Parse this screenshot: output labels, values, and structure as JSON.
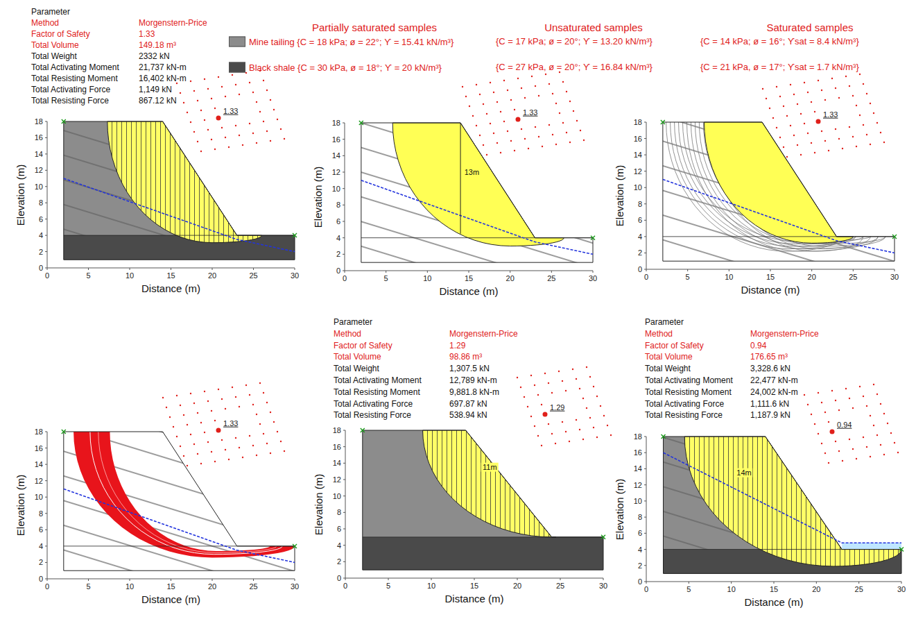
{
  "diagram": {
    "labels": [
      "Parameter",
      "Method",
      "Morgenstern-Price",
      "Factor of Safety",
      "1.33",
      "Total Volume",
      "149.18 m³",
      "Total Weight",
      "2332 kN",
      "Total Activating Moment",
      "21,737 kN-m",
      "Total Resisting Moment",
      "16,402 kN-m",
      "Total Activating Force",
      "1,149 kN",
      "Total Resisting Force",
      "867.12 kN",
      "Partially saturated samples",
      "Unsaturated samples",
      "Saturated samples",
      "{C = 17 kPa; ø = 20°; ϒ = 13.20 kN/m³}",
      "{C = 14 kPa; ø = 16°; ϒsat = 8.4 kN/m³}",
      "{C = 27 kPa, ø = 20°; ϒ = 16.84 kN/m³}",
      "{C = 21 kPa, ø = 17°; ϒsat = 1.7 kN/m³}",
      "1.33",
      "0",
      "2",
      "4",
      "6",
      "8",
      "10",
      "12",
      "14",
      "16",
      "18",
      "0",
      "5",
      "10",
      "15",
      "20",
      "25",
      "30",
      "Elevation (m)",
      "Distance (m)",
      "1.33",
      "13m",
      "0",
      "2",
      "4",
      "6",
      "8",
      "10",
      "12",
      "14",
      "16",
      "18",
      "0",
      "5",
      "10",
      "15",
      "20",
      "25",
      "30",
      "Elevation (m)",
      "Distance (m)",
      "1.33",
      "0",
      "2",
      "4",
      "6",
      "8",
      "10",
      "12",
      "14",
      "16",
      "18",
      "0",
      "5",
      "10",
      "15",
      "20",
      "25",
      "30",
      "Elevation (m)",
      "Distance (m)",
      "1.33",
      "0",
      "2",
      "4",
      "6",
      "8",
      "10",
      "12",
      "14",
      "16",
      "18",
      "0",
      "5",
      "10",
      "15",
      "20",
      "25",
      "30",
      "Elevation (m)",
      "Distance (m)",
      "Parameter",
      "Method",
      "Morgenstern-Price",
      "Factor of Safety",
      "1.29",
      "Total Volume",
      "98.86 m³",
      "Total Weight",
      "1,307.5 kN",
      "Total Activating Moment",
      "12,789 kN-m",
      "Total Resisting Moment",
      "9,881.8 kN-m",
      "Total Activating Force",
      "697.87 kN",
      "Total Resisting Force",
      "538.94 kN",
      "1.29",
      "11m",
      "0",
      "2",
      "4",
      "6",
      "8",
      "10",
      "12",
      "14",
      "16",
      "18",
      "0",
      "5",
      "10",
      "15",
      "20",
      "25",
      "30",
      "Elevation (m)",
      "Distance (m)",
      "Parameter",
      "Method",
      "Morgenstern-Price",
      "Factor of Safety",
      "0.94",
      "Total Volume",
      "176.65 m³",
      "Total Weight",
      "3,328.6 kN",
      "Total Activating Moment",
      "22,477 kN-m",
      "Total Resisting Moment",
      "24,002 kN-m",
      "Total Activating Force",
      "1,111.6 kN",
      "Total Resisting Force",
      "1,187.9 kN",
      "0.94",
      "14m",
      "0",
      "2",
      "4",
      "6",
      "8",
      "10",
      "12",
      "14",
      "16",
      "18",
      "0",
      "5",
      "10",
      "15",
      "20",
      "25",
      "30",
      "Elevation (m)",
      "Distance (m)"
    ],
    "legend": [
      {
        "text": "Mine tailing {C = 18 kPa; ø = 22°; ϒ = 15.41 kN/m³}",
        "color": "#8c8c8c"
      },
      {
        "text": "Black shale {C = 30 kPa, ø = 18°; ϒ = 20 kN/m³}",
        "color": "#4a4a4a"
      }
    ]
  }
}
